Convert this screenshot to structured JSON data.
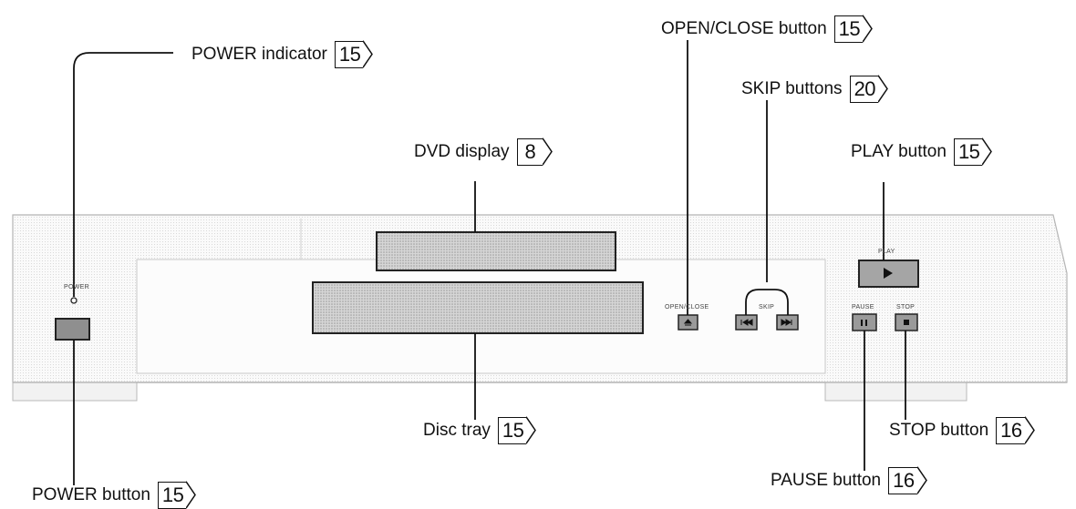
{
  "callouts": {
    "power_indicator": {
      "label": "POWER indicator",
      "ref": "15"
    },
    "power_button": {
      "label": "POWER button",
      "ref": "15"
    },
    "dvd_display": {
      "label": "DVD display",
      "ref": "8"
    },
    "disc_tray": {
      "label": "Disc tray",
      "ref": "15"
    },
    "open_close": {
      "label": "OPEN/CLOSE button",
      "ref": "15"
    },
    "skip": {
      "label": "SKIP buttons",
      "ref": "20"
    },
    "play": {
      "label": "PLAY button",
      "ref": "15"
    },
    "pause": {
      "label": "PAUSE button",
      "ref": "16"
    },
    "stop": {
      "label": "STOP button",
      "ref": "16"
    }
  },
  "panel_labels": {
    "power": "POWER",
    "open_close": "OPEN/CLOSE",
    "skip": "SKIP",
    "play": "PLAY",
    "pause": "PAUSE",
    "stop": "STOP"
  }
}
